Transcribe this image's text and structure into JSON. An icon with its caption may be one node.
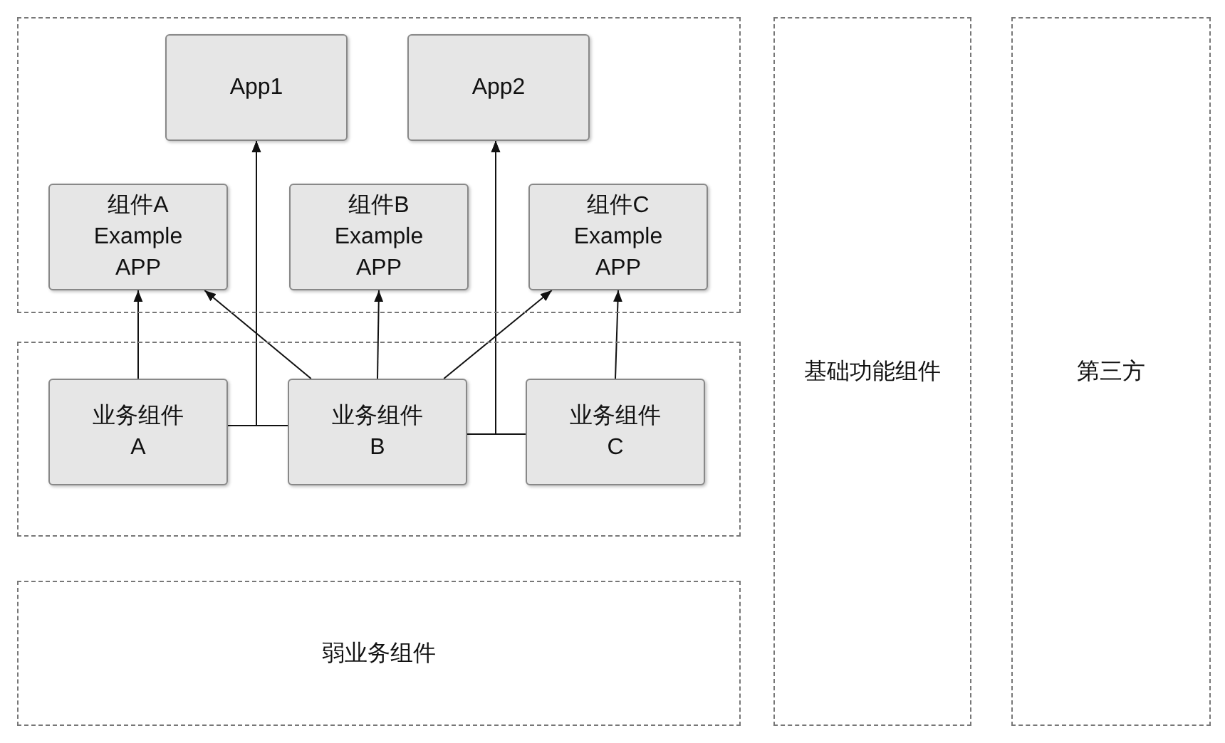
{
  "diagram": {
    "nodes": [
      {
        "text": [],
        "shape": "box"
      },
      {
        "text": [
          "App1"
        ],
        "in": 0
      },
      {
        "text": [
          "App2"
        ],
        "in": 0
      },
      {
        "text": [
          "组件A Example APP"
        ],
        "in": 0
      },
      {
        "text": [
          "组件B Example APP"
        ],
        "in": 0
      },
      {
        "text": [
          "组件C Example APP"
        ],
        "in": 0
      },
      {
        "text": [],
        "shape": "box"
      },
      {
        "text": [
          "业务组件 A"
        ],
        "in": 6
      },
      {
        "text": [
          "业务组件 B"
        ],
        "in": 6
      },
      {
        "text": [
          "业务组件 C"
        ],
        "in": 6
      },
      {
        "text": [
          "弱业务组件"
        ]
      },
      {
        "text": [
          "基础功能组件"
        ]
      },
      {
        "text": [
          "第三方"
        ]
      }
    ],
    "edges": [
      {
        "from": 7,
        "to": 3,
        "arrow": "to"
      },
      {
        "from": 8,
        "to": 3,
        "arrow": "to"
      },
      {
        "from": 8,
        "to": 4,
        "arrow": "to"
      },
      {
        "from": 8,
        "to": 5,
        "arrow": "to"
      },
      {
        "from": 9,
        "to": 5,
        "arrow": "to"
      },
      {
        "from": 7,
        "to": 1,
        "arrow": "to"
      },
      {
        "from": 8,
        "to": 1,
        "arrow": "to"
      },
      {
        "from": 8,
        "to": 2,
        "arrow": "to"
      },
      {
        "from": 9,
        "to": 2,
        "arrow": "to"
      }
    ]
  }
}
